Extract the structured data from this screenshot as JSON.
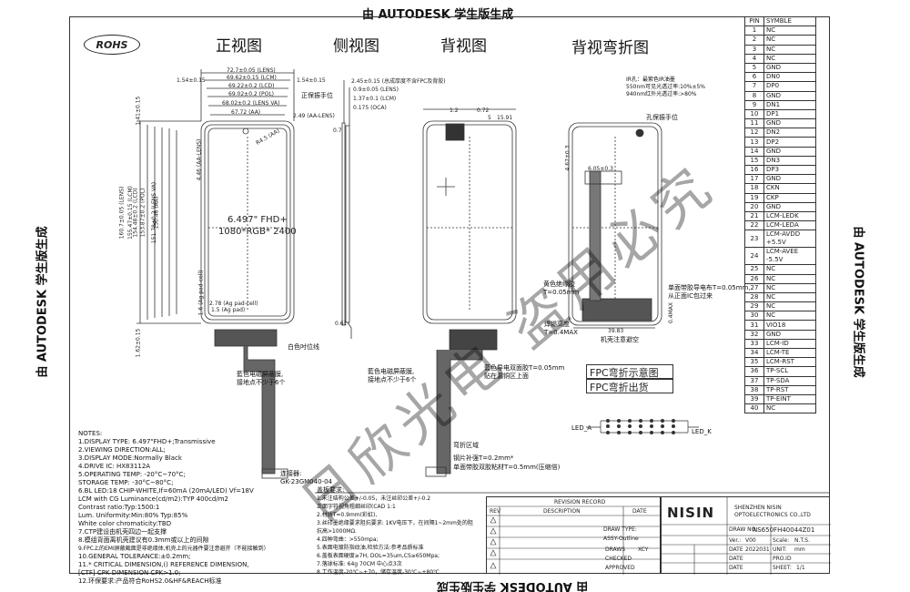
{
  "watermarks": {
    "top": "由 AUTODESK 学生版生成",
    "bottom": "由 AUTODESK 学生版生成",
    "left": "由 AUTODESK 学生版生成",
    "right": "由 AUTODESK 学生版生成",
    "overlay": "日欣光电 盗用必究"
  },
  "rohs": "ROHS",
  "views": {
    "front": "正视图",
    "side": "侧视图",
    "back": "背视图",
    "back_bend": "背视弯折图"
  },
  "front": {
    "dims_top": [
      "72.7±0.05 (LENS)",
      "69.62±0.15 (LCM)",
      "69.22±0.2 (LCD)",
      "69.02±0.2 (POL)",
      "68.02±0.2 (LENS VA)",
      "67.72 (AA)"
    ],
    "left_margin": "1.54±0.15",
    "right_margin": "1.54±0.15",
    "aa_lens": "2.49 (AA-LENS)",
    "dims_left": [
      "160.7±0.05 (LENS)",
      "155.47±0.15 (LCM)",
      "154.48±0.2 (LCD)",
      "153.87±0.2 (POL)",
      "151.78±0.2 (LENS VA)",
      "150.48 (AA)"
    ],
    "top_small": "1.41±0.15",
    "aa_top": "4.46 (AA-LENS)",
    "corner_r": "R4.5 (AA)",
    "screen_line1": "6.497\" FHD+",
    "screen_line2": "1080*RGB* 2400",
    "pad_cell": "1.6 (Ag pad-cell)",
    "pad_cell2": "2.78 (Ag pad-cell)",
    "ag_pad": "1.5 (Ag pad)",
    "bottom_small": "1.62±0.15",
    "label_foam": "正保振手位",
    "label_white": "白色吋位线",
    "label_copper": "藍色电磁屏蔽膜,\n接地点不少于6个",
    "connector": "连接器:\nGK-23GM040-04"
  },
  "side": {
    "dims": [
      "2.45±0.15 (总成厚度不含FPC及背胶)",
      "0.9±0.05 (LENS)",
      "1.37±0.1 (LCM)",
      "0.175 (OCA)"
    ],
    "small": [
      "0.7",
      "0.61"
    ]
  },
  "back": {
    "dims": [
      "1.2",
      "0.72",
      "5",
      "15.91"
    ],
    "label_bend": "弯折区域",
    "label_steel": "钢片补强T=0.2mm*",
    "label_tape": "单面带胶双胶粘材T=0.5mm(压缩倍)",
    "label_copper": "藍色电磁屏蔽膜,\n接地点不少于6个",
    "label_conductive": "藍色导电双面胶T=0.05mm\n贴在漏铜区上面"
  },
  "bend": {
    "ir_note": "IR孔：最紫色IR油墨\n550nm可见光透过率:10%±5%\n940nm红外光透过率:>80%",
    "foam": "孔保振手位",
    "dims": [
      "6.05±0.3",
      "4.67±0.3",
      "39.83",
      "0.4MAX"
    ],
    "label_insulate": "黄色绝缘胶\nT=0.05mm",
    "label_solder": "焊锡高度\nT=0.4MAX",
    "label_pcb": "机壳注意避空",
    "label_conductive": "单面带胶导电布T=0.05mm,\n从正面IC包过来",
    "box1": "FPC弯折示意图",
    "box2": "FPC弯折出货",
    "led_a": "LED_A",
    "led_k": "LED_K"
  },
  "notes": {
    "header": "NOTES:",
    "lines": [
      "1.DISPLAY TYPE: 6.497\"FHD+;Transmissive",
      "2.VIEWING DIRECTION:ALL;",
      "3.DISPLAY MODE:Normally Black",
      "4.DRIVE IC: HX83112A",
      "5.OPERATING TEMP: -20°C~70°C;",
      "   STORAGE TEMP: -30°C~80°C;",
      "6.BL LED:18 CHIP-WHITE,If=60mA (20mA/LED) Vf=18V",
      "   LCM with CG Luminance(cd/m2):TYP 400cd/m2",
      "   Contrast ratio:Typ:1500:1",
      "   Lum. Uniformity:Min:80% Typ:85%",
      "   White color chromaticity:TBD",
      "7.CTP建设由机壳四边一起支撑",
      "8.模组背面离机壳建议有0.3mm或以上的间隙",
      "9.FPC上的EMI屏蔽截面是非绝缘体,机壳上的元器件要注意避开（不能接触到）",
      "10.GENERAL TOLERANCE:±0.2mm;",
      "11.* CRITICAL DIMENSION,() REFERENCE DIMENSION,",
      "   [CTF] CPK DIMENSION CPK>1.0;",
      "12.环保要求:产品符合RoHS2.0&HF&REACH标准"
    ]
  },
  "cover": {
    "header": "盖板要求:",
    "lines": [
      "1.未注结构公差+/-0.05，未注丝印公差+/-0.2",
      "  正面字符视角粗细丝印(CAD 1:1",
      "2.材质T=0.9mm(彩虹),",
      "3.丝印墨绝缘要求阻抗要求: 1KV电压下，在间隔1~2mm处的阻",
      "  抗高>1000MΩ.",
      "4.四种弯曲：>550mpa;",
      "5.表面电镀防指纹油,检验方法:参考品质标准",
      "6.盖板表面硬度≥7H, DOL=35um,CS≥650Mpa;",
      "7.落球标准: 64g 70CM 中心点3次",
      "8.工作温度-20℃~+70，储存温度-30℃~+80℃"
    ]
  },
  "pins": {
    "header_num": "PIN",
    "header_sym": "SYMBLE",
    "rows": [
      [
        "1",
        "NC"
      ],
      [
        "2",
        "NC"
      ],
      [
        "3",
        "NC"
      ],
      [
        "4",
        "NC"
      ],
      [
        "5",
        "GND"
      ],
      [
        "6",
        "DN0"
      ],
      [
        "7",
        "DP0"
      ],
      [
        "8",
        "GND"
      ],
      [
        "9",
        "DN1"
      ],
      [
        "10",
        "DP1"
      ],
      [
        "11",
        "GND"
      ],
      [
        "12",
        "DN2"
      ],
      [
        "13",
        "DP2"
      ],
      [
        "14",
        "GND"
      ],
      [
        "15",
        "DN3"
      ],
      [
        "16",
        "DP3"
      ],
      [
        "17",
        "GND"
      ],
      [
        "18",
        "CKN"
      ],
      [
        "19",
        "CKP"
      ],
      [
        "20",
        "GND"
      ],
      [
        "21",
        "LCM-LEDK"
      ],
      [
        "22",
        "LCM-LEDA"
      ],
      [
        "23",
        "LCM-AVDD +5.5V"
      ],
      [
        "24",
        "LCM-AVEE -5.5V"
      ],
      [
        "25",
        "NC"
      ],
      [
        "26",
        "NC"
      ],
      [
        "27",
        "NC"
      ],
      [
        "28",
        "NC"
      ],
      [
        "29",
        "NC"
      ],
      [
        "30",
        "NC"
      ],
      [
        "31",
        "VIO18"
      ],
      [
        "32",
        "GND"
      ],
      [
        "33",
        "LCM-ID"
      ],
      [
        "34",
        "LCM-TE"
      ],
      [
        "35",
        "LCM-RST"
      ],
      [
        "36",
        "TP-SCL"
      ],
      [
        "37",
        "TP-SDA"
      ],
      [
        "38",
        "TP-RST"
      ],
      [
        "39",
        "TP-EINT"
      ],
      [
        "40",
        "NC"
      ]
    ]
  },
  "titleblock": {
    "revision_record": "REVISION RECORD",
    "rev_cols": [
      "REV",
      "DESCRIPTION",
      "DATE"
    ],
    "brand": "NISIN",
    "company1": "SHENZHEN NISIN",
    "company2": "OPTOELECTRONICS CO.,LTD",
    "draw_type_label": "DRAW TYPE:",
    "draw_type": "ASSY-Outline",
    "draw_no_label": "DRAW NO.:",
    "draw_no": "NS650FH40044Z01",
    "ver_label": "Ver.:",
    "ver": "V00",
    "scale_label": "Scale:",
    "scale": "N.T.S.",
    "draws_label": "DRAWS",
    "draws": "XCY",
    "date_label": "DATE",
    "date": "2022031",
    "unit_label": "UNIT:",
    "unit": "mm",
    "checked_label": "CHECKED",
    "pro_label": "PRO.ID",
    "approved_label": "APPROVED",
    "sheet_label": "SHEET:",
    "sheet": "1/1"
  }
}
